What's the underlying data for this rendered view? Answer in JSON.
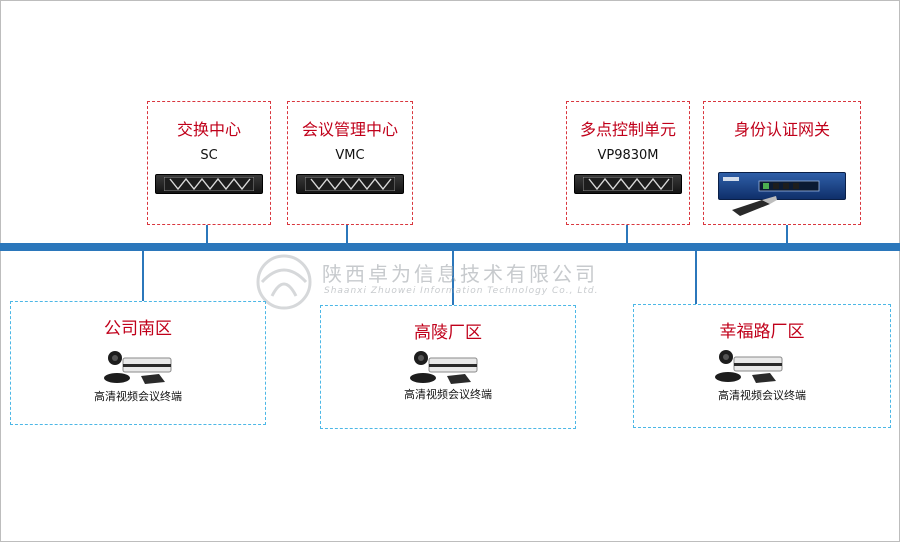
{
  "servers": [
    {
      "title": "交换中心",
      "model": "SC"
    },
    {
      "title": "会议管理中心",
      "model": "VMC"
    },
    {
      "title": "多点控制单元",
      "model": "VP9830M"
    },
    {
      "title": "身份认证网关",
      "model": ""
    }
  ],
  "sites": [
    {
      "title": "公司南区",
      "label": "高清视频会议终端"
    },
    {
      "title": "高陵厂区",
      "label": "高清视频会议终端"
    },
    {
      "title": "幸福路厂区",
      "label": "高清视频会议终端"
    }
  ],
  "watermark": {
    "company": "陕西卓为信息技术有限公司",
    "company_en": "Shaanxi Zhuowei Information Technology Co., Ltd."
  },
  "colors": {
    "bus": "#2b77bb",
    "server_border": "#d9363e",
    "site_border": "#4cb7e6",
    "title_red": "#c0001a"
  },
  "icons": {
    "server": "rack-server-icon",
    "gateway": "gateway-appliance-icon",
    "terminal": "video-conference-terminal-icon"
  }
}
